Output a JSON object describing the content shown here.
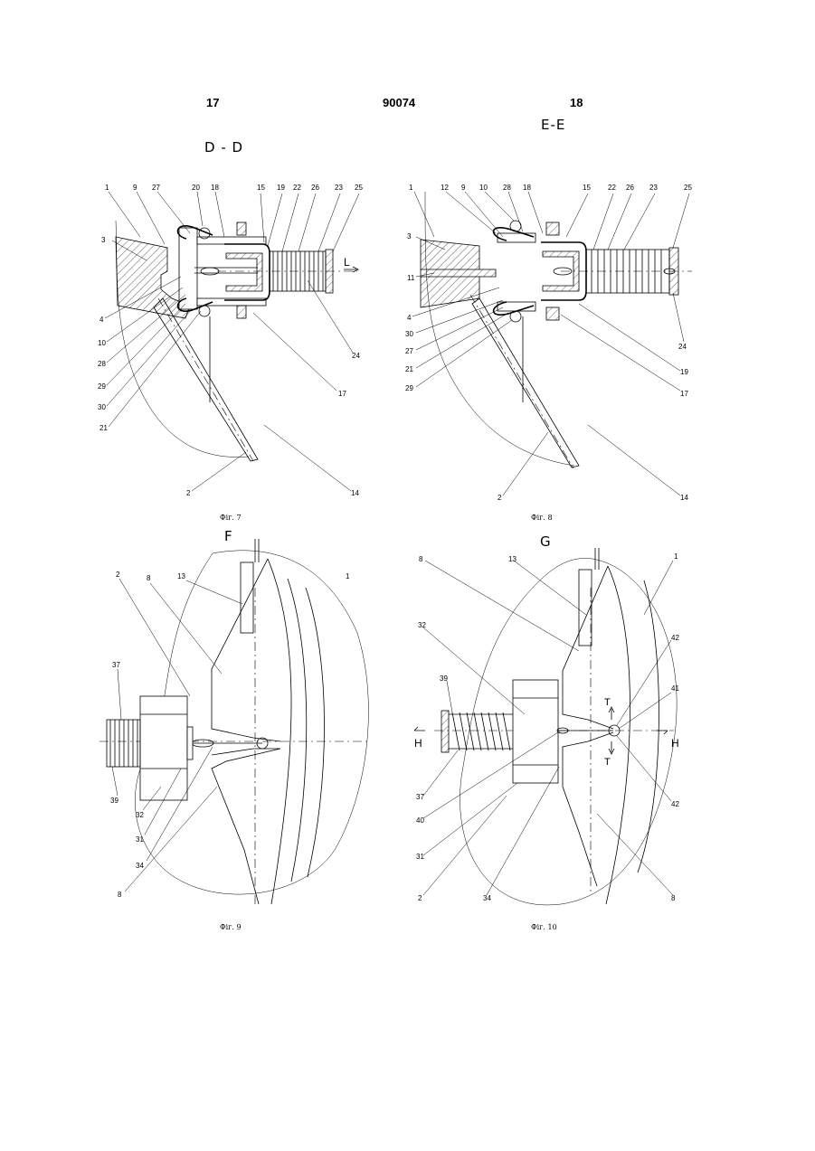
{
  "header": {
    "left_page": "17",
    "patent_number": "90074",
    "right_page": "18"
  },
  "figures": [
    {
      "caption": "Фіг. 7",
      "section": "D - D",
      "callouts": [
        "1",
        "9",
        "27",
        "20",
        "18",
        "15",
        "19",
        "22",
        "26",
        "23",
        "25",
        "3",
        "L",
        "4",
        "10",
        "28",
        "29",
        "30",
        "21",
        "24",
        "17",
        "14",
        "2"
      ]
    },
    {
      "caption": "Фіг. 8",
      "section": "E-E",
      "callouts": [
        "1",
        "12",
        "9",
        "10",
        "28",
        "18",
        "15",
        "22",
        "26",
        "23",
        "25",
        "3",
        "11",
        "4",
        "30",
        "27",
        "21",
        "29",
        "24",
        "19",
        "17",
        "14",
        "2"
      ]
    },
    {
      "caption": "Фіг. 9",
      "section": "F",
      "callouts": [
        "2",
        "8",
        "13",
        "1",
        "37",
        "39",
        "32",
        "31",
        "34",
        "8"
      ]
    },
    {
      "caption": "Фіг. 10",
      "section": "G",
      "callouts": [
        "8",
        "13",
        "1",
        "32",
        "42",
        "39",
        "41",
        "T",
        "H",
        "H",
        "T",
        "37",
        "40",
        "42",
        "31",
        "2",
        "34",
        "8"
      ]
    }
  ]
}
